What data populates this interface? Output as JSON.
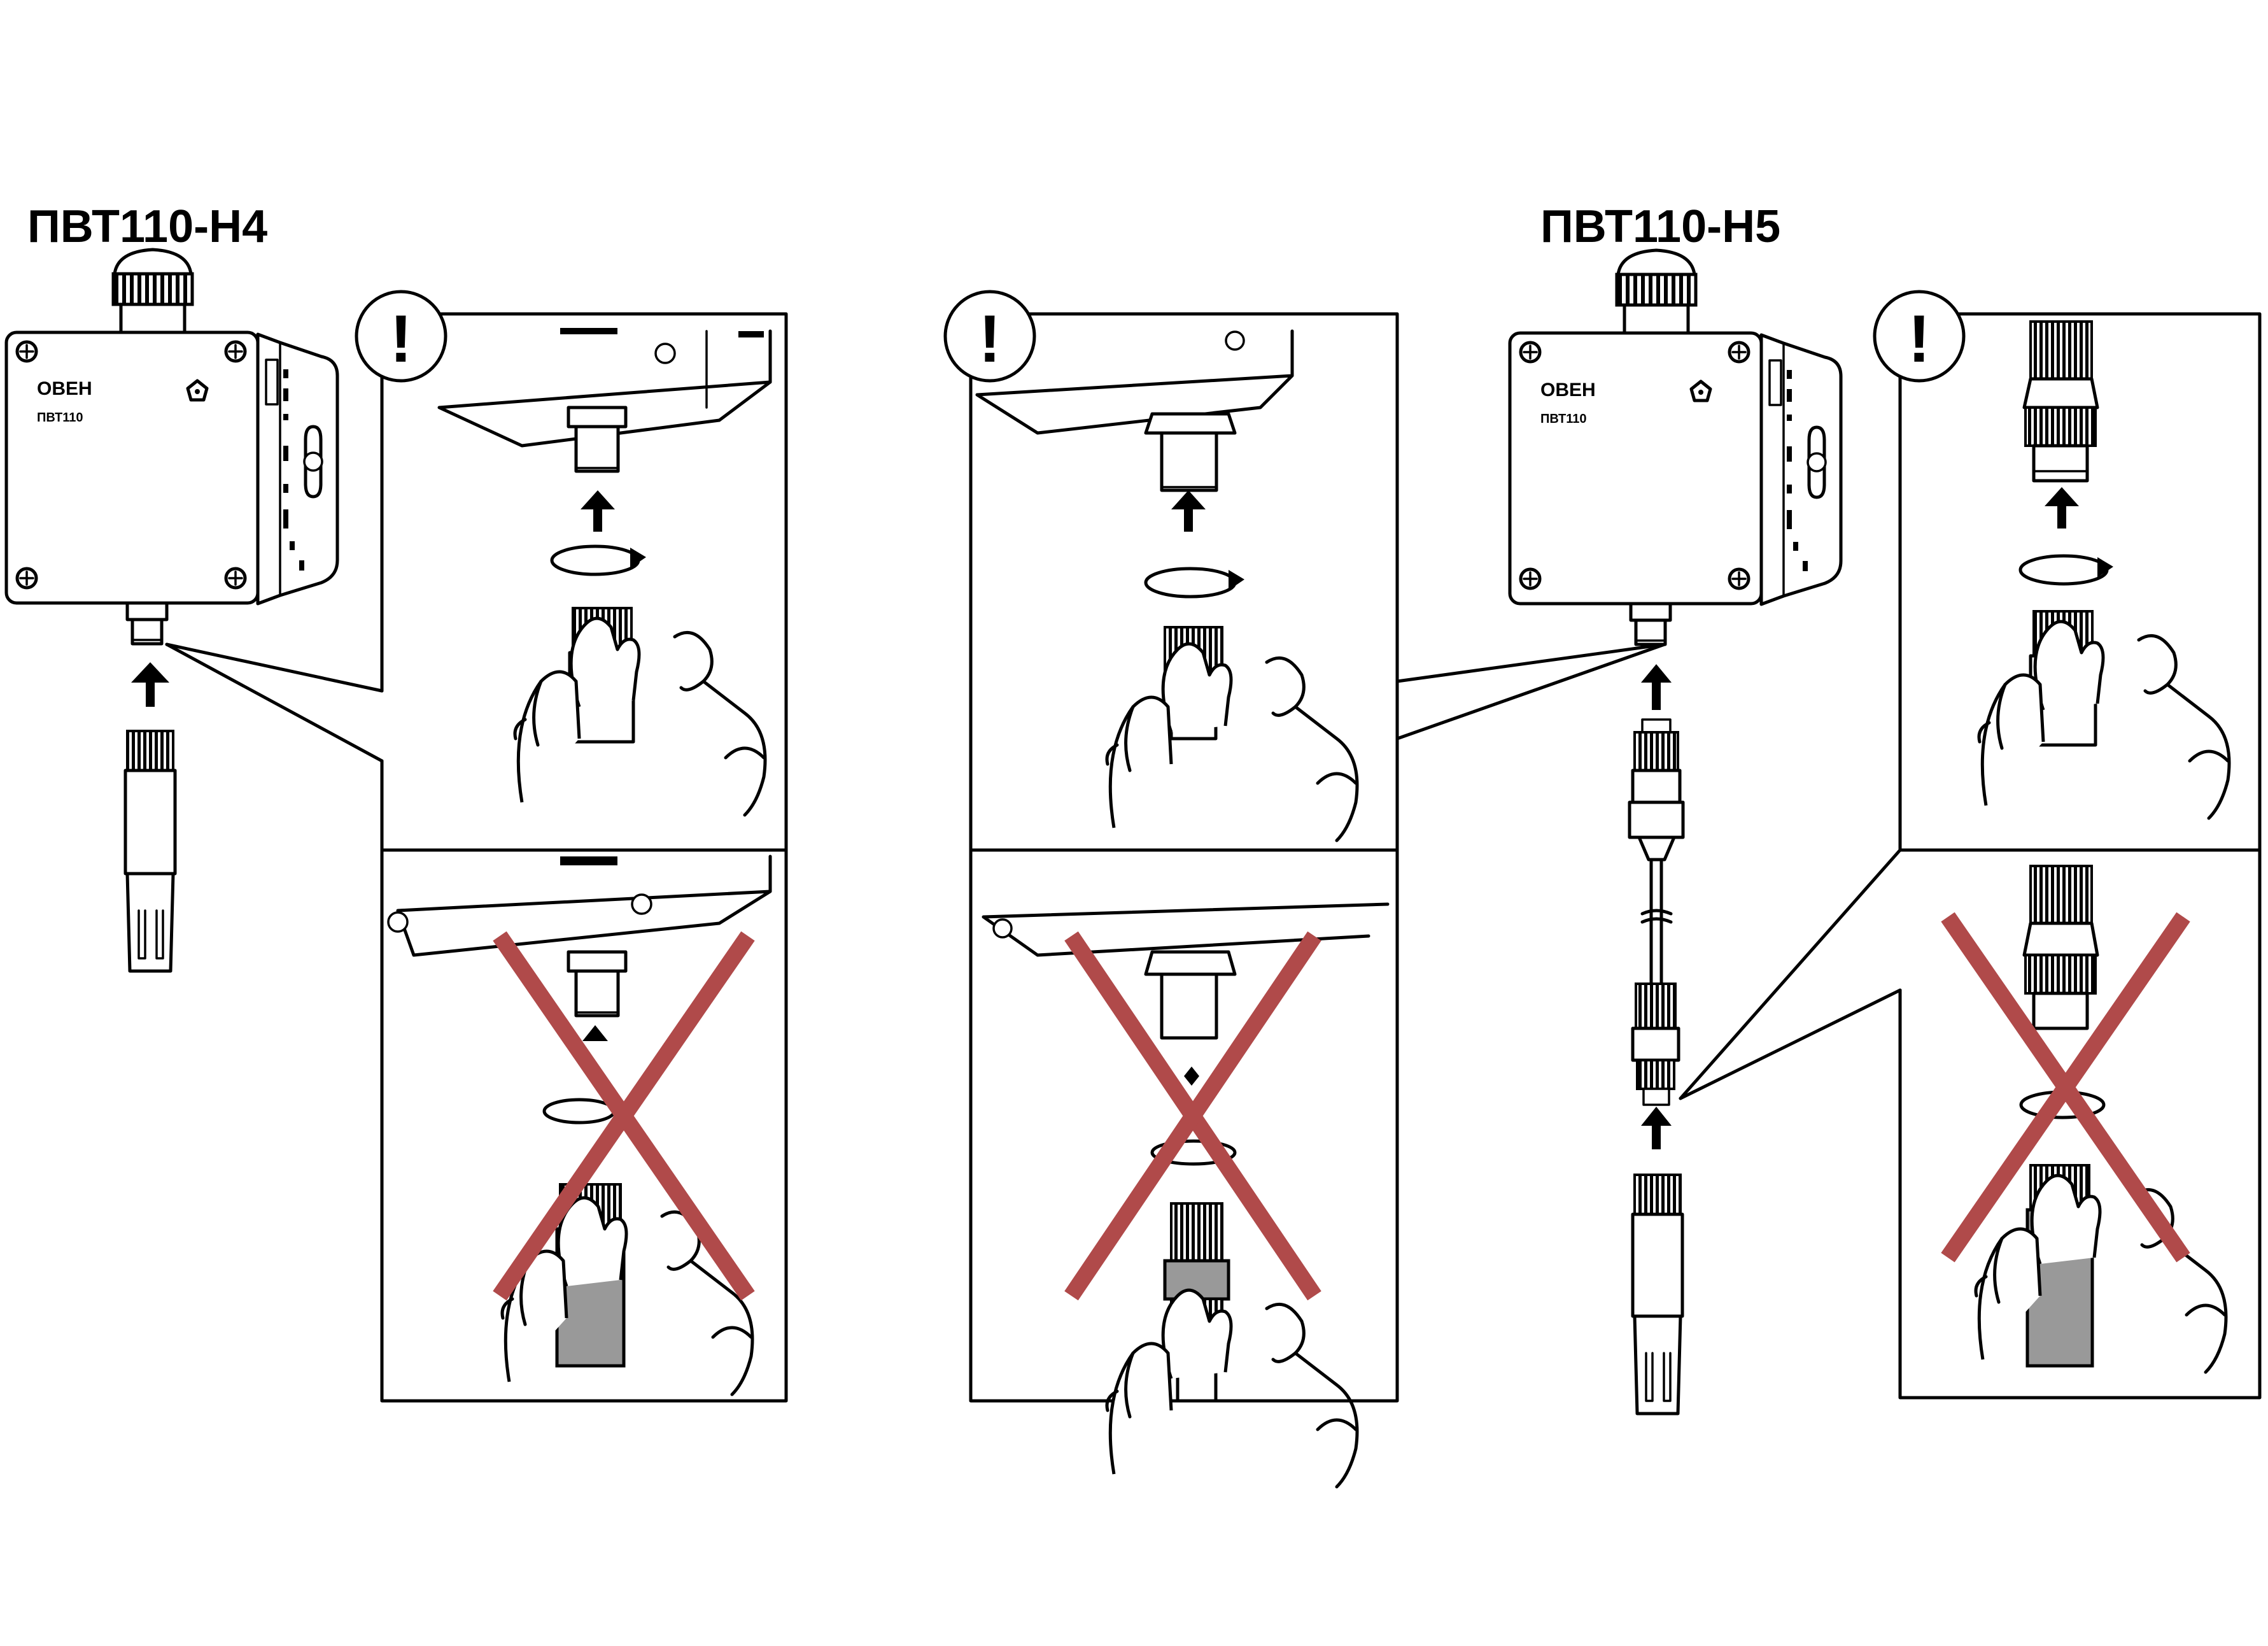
{
  "titles": {
    "left_model": "ПВТ110-Н4",
    "right_model": "ПВТ110-Н5"
  },
  "device": {
    "brand": "ОВЕН",
    "model_label": "ПВТ110"
  },
  "warning": {
    "symbol": "!"
  },
  "colors": {
    "cross": "#b04a4a",
    "sleeve_gray": "#999999",
    "line": "#000000"
  }
}
